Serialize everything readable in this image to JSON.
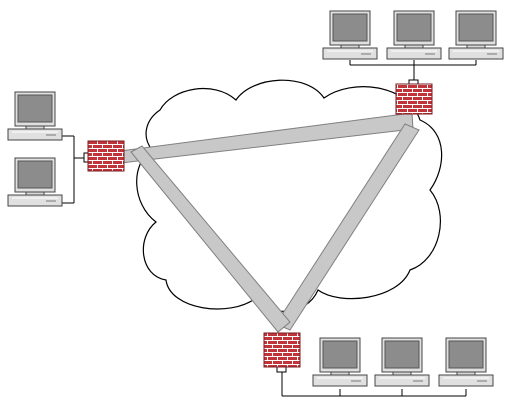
{
  "diagram": {
    "type": "network-topology",
    "colors": {
      "background": "#ffffff",
      "cloud_fill": "#ffffff",
      "cloud_stroke": "#000000",
      "tunnel_fill": "#c8c8c8",
      "tunnel_stroke": "#808080",
      "firewall_brick": "#c0343a",
      "firewall_mortar": "#ffffff",
      "computer_case": "#e0e0e0",
      "computer_screen": "#8c8c8c",
      "computer_outline": "#444444",
      "wire": "#000000"
    },
    "icons": {
      "cloud": "internet-cloud-icon",
      "firewall": "firewall-icon",
      "computer": "desktop-computer-icon"
    },
    "sites": [
      {
        "name": "site-left",
        "computers": 2
      },
      {
        "name": "site-top-right",
        "computers": 3
      },
      {
        "name": "site-bottom",
        "computers": 3
      }
    ],
    "tunnels": [
      [
        "site-left",
        "site-top-right"
      ],
      [
        "site-top-right",
        "site-bottom"
      ],
      [
        "site-bottom",
        "site-left"
      ]
    ]
  }
}
